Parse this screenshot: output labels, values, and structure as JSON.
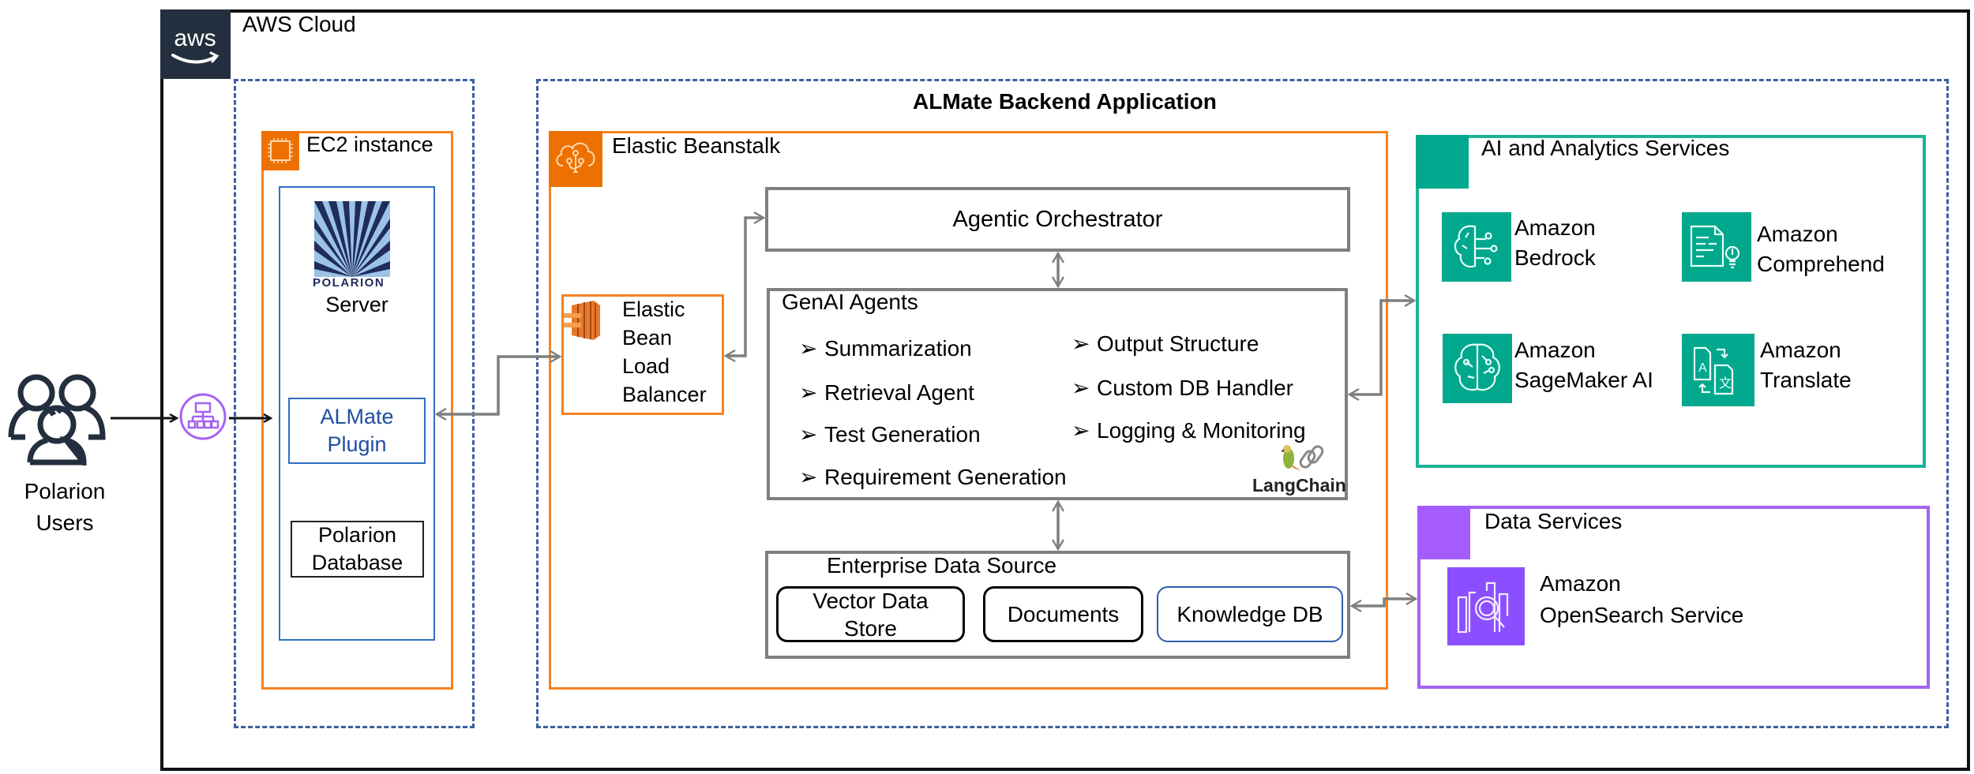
{
  "users": {
    "label_line1": "Polarion",
    "label_line2": "Users",
    "icon": "users-icon"
  },
  "aws_cloud": {
    "title": "AWS Cloud",
    "logo_text": "aws"
  },
  "ec2": {
    "title": "EC2 instance"
  },
  "polarion_server": {
    "logo_text": "POLARION",
    "label": "Server"
  },
  "almate_plugin": {
    "line1": "ALMate",
    "line2": "Plugin"
  },
  "polarion_db": {
    "line1": "Polarion",
    "line2": "Database"
  },
  "backend": {
    "title": "ALMate Backend Application"
  },
  "beanstalk": {
    "title": "Elastic Beanstalk"
  },
  "load_balancer": {
    "lines": [
      "Elastic",
      "Bean",
      "Load",
      "Balancer"
    ]
  },
  "orchestrator": {
    "title": "Agentic Orchestrator"
  },
  "genai_agents": {
    "title": "GenAI Agents",
    "left_items": [
      "Summarization",
      "Retrieval Agent",
      "Test Generation",
      "Requirement Generation"
    ],
    "right_items": [
      "Output Structure",
      "Custom DB Handler",
      "Logging & Monitoring"
    ],
    "framework_label": "LangChain",
    "bullet_glyph": "➢"
  },
  "enterprise_data": {
    "title": "Enterprise Data Source",
    "stores": [
      {
        "line1": "Vector Data",
        "line2": "Store"
      },
      {
        "line1": "Documents",
        "line2": ""
      },
      {
        "line1": "Knowledge DB",
        "line2": ""
      }
    ]
  },
  "ai_services": {
    "title": "AI and Analytics Services",
    "services": [
      {
        "line1": "Amazon",
        "line2": "Bedrock",
        "icon": "bedrock-icon"
      },
      {
        "line1": "Amazon",
        "line2": "Comprehend",
        "icon": "comprehend-icon"
      },
      {
        "line1": "Amazon",
        "line2": "SageMaker AI",
        "icon": "sagemaker-icon"
      },
      {
        "line1": "Amazon",
        "line2": "Translate",
        "icon": "translate-icon"
      }
    ]
  },
  "data_services": {
    "title": "Data Services",
    "services": [
      {
        "line1": "Amazon",
        "line2": "OpenSearch Service",
        "icon": "opensearch-icon"
      }
    ]
  },
  "colors": {
    "aws_dark": "#232F3E",
    "compute_orange": "#ED7100",
    "group_dash_blue": "#3B5FA0",
    "ml_teal": "#01A88D",
    "analytics_purple": "#8C4FFF",
    "connector_gray": "#7F7F7F",
    "plugin_blue": "#2F6FC4"
  }
}
